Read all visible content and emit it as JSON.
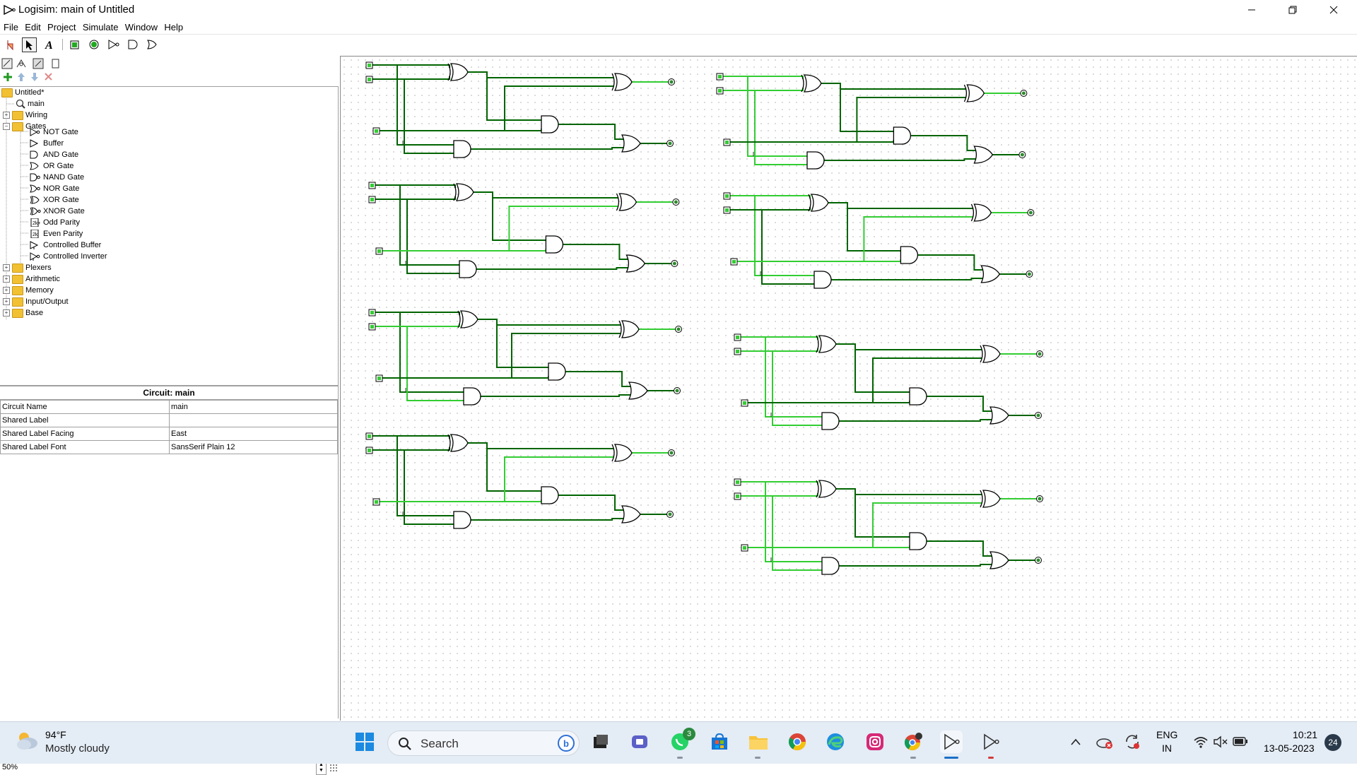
{
  "window": {
    "title": "Logisim: main of Untitled"
  },
  "menu": [
    "File",
    "Edit",
    "Project",
    "Simulate",
    "Window",
    "Help"
  ],
  "tree": {
    "root": "Untitled*",
    "circuit": "main",
    "folders": {
      "wiring": "Wiring",
      "gates": "Gates",
      "plexers": "Plexers",
      "arithmetic": "Arithmetic",
      "memory": "Memory",
      "io": "Input/Output",
      "base": "Base"
    },
    "gates": [
      "NOT Gate",
      "Buffer",
      "AND Gate",
      "OR Gate",
      "NAND Gate",
      "NOR Gate",
      "XOR Gate",
      "XNOR Gate",
      "Odd Parity",
      "Even Parity",
      "Controlled Buffer",
      "Controlled Inverter"
    ]
  },
  "attributes": {
    "header": "Circuit: main",
    "rows": [
      {
        "name": "Circuit Name",
        "value": "main"
      },
      {
        "name": "Shared Label",
        "value": ""
      },
      {
        "name": "Shared Label Facing",
        "value": "East"
      },
      {
        "name": "Shared Label Font",
        "value": "SansSerif Plain 12"
      }
    ]
  },
  "zoom": "50%",
  "taskbar": {
    "temp": "94°F",
    "weather": "Mostly cloudy",
    "search": "Search",
    "whatsapp_badge": "3",
    "lang": "ENG",
    "region": "IN",
    "time": "10:21",
    "date": "13-05-2023",
    "notifications": "24"
  },
  "colors": {
    "wire_dark": "#006400",
    "wire_bright": "#32cd32",
    "gate_stroke": "#000000"
  },
  "icons": {
    "toolbar": [
      "poke-hand-icon",
      "select-arrow-icon",
      "text-tool-icon",
      "input-pin-icon",
      "output-pin-icon",
      "not-gate-icon",
      "and-gate-icon",
      "or-gate-icon"
    ]
  }
}
